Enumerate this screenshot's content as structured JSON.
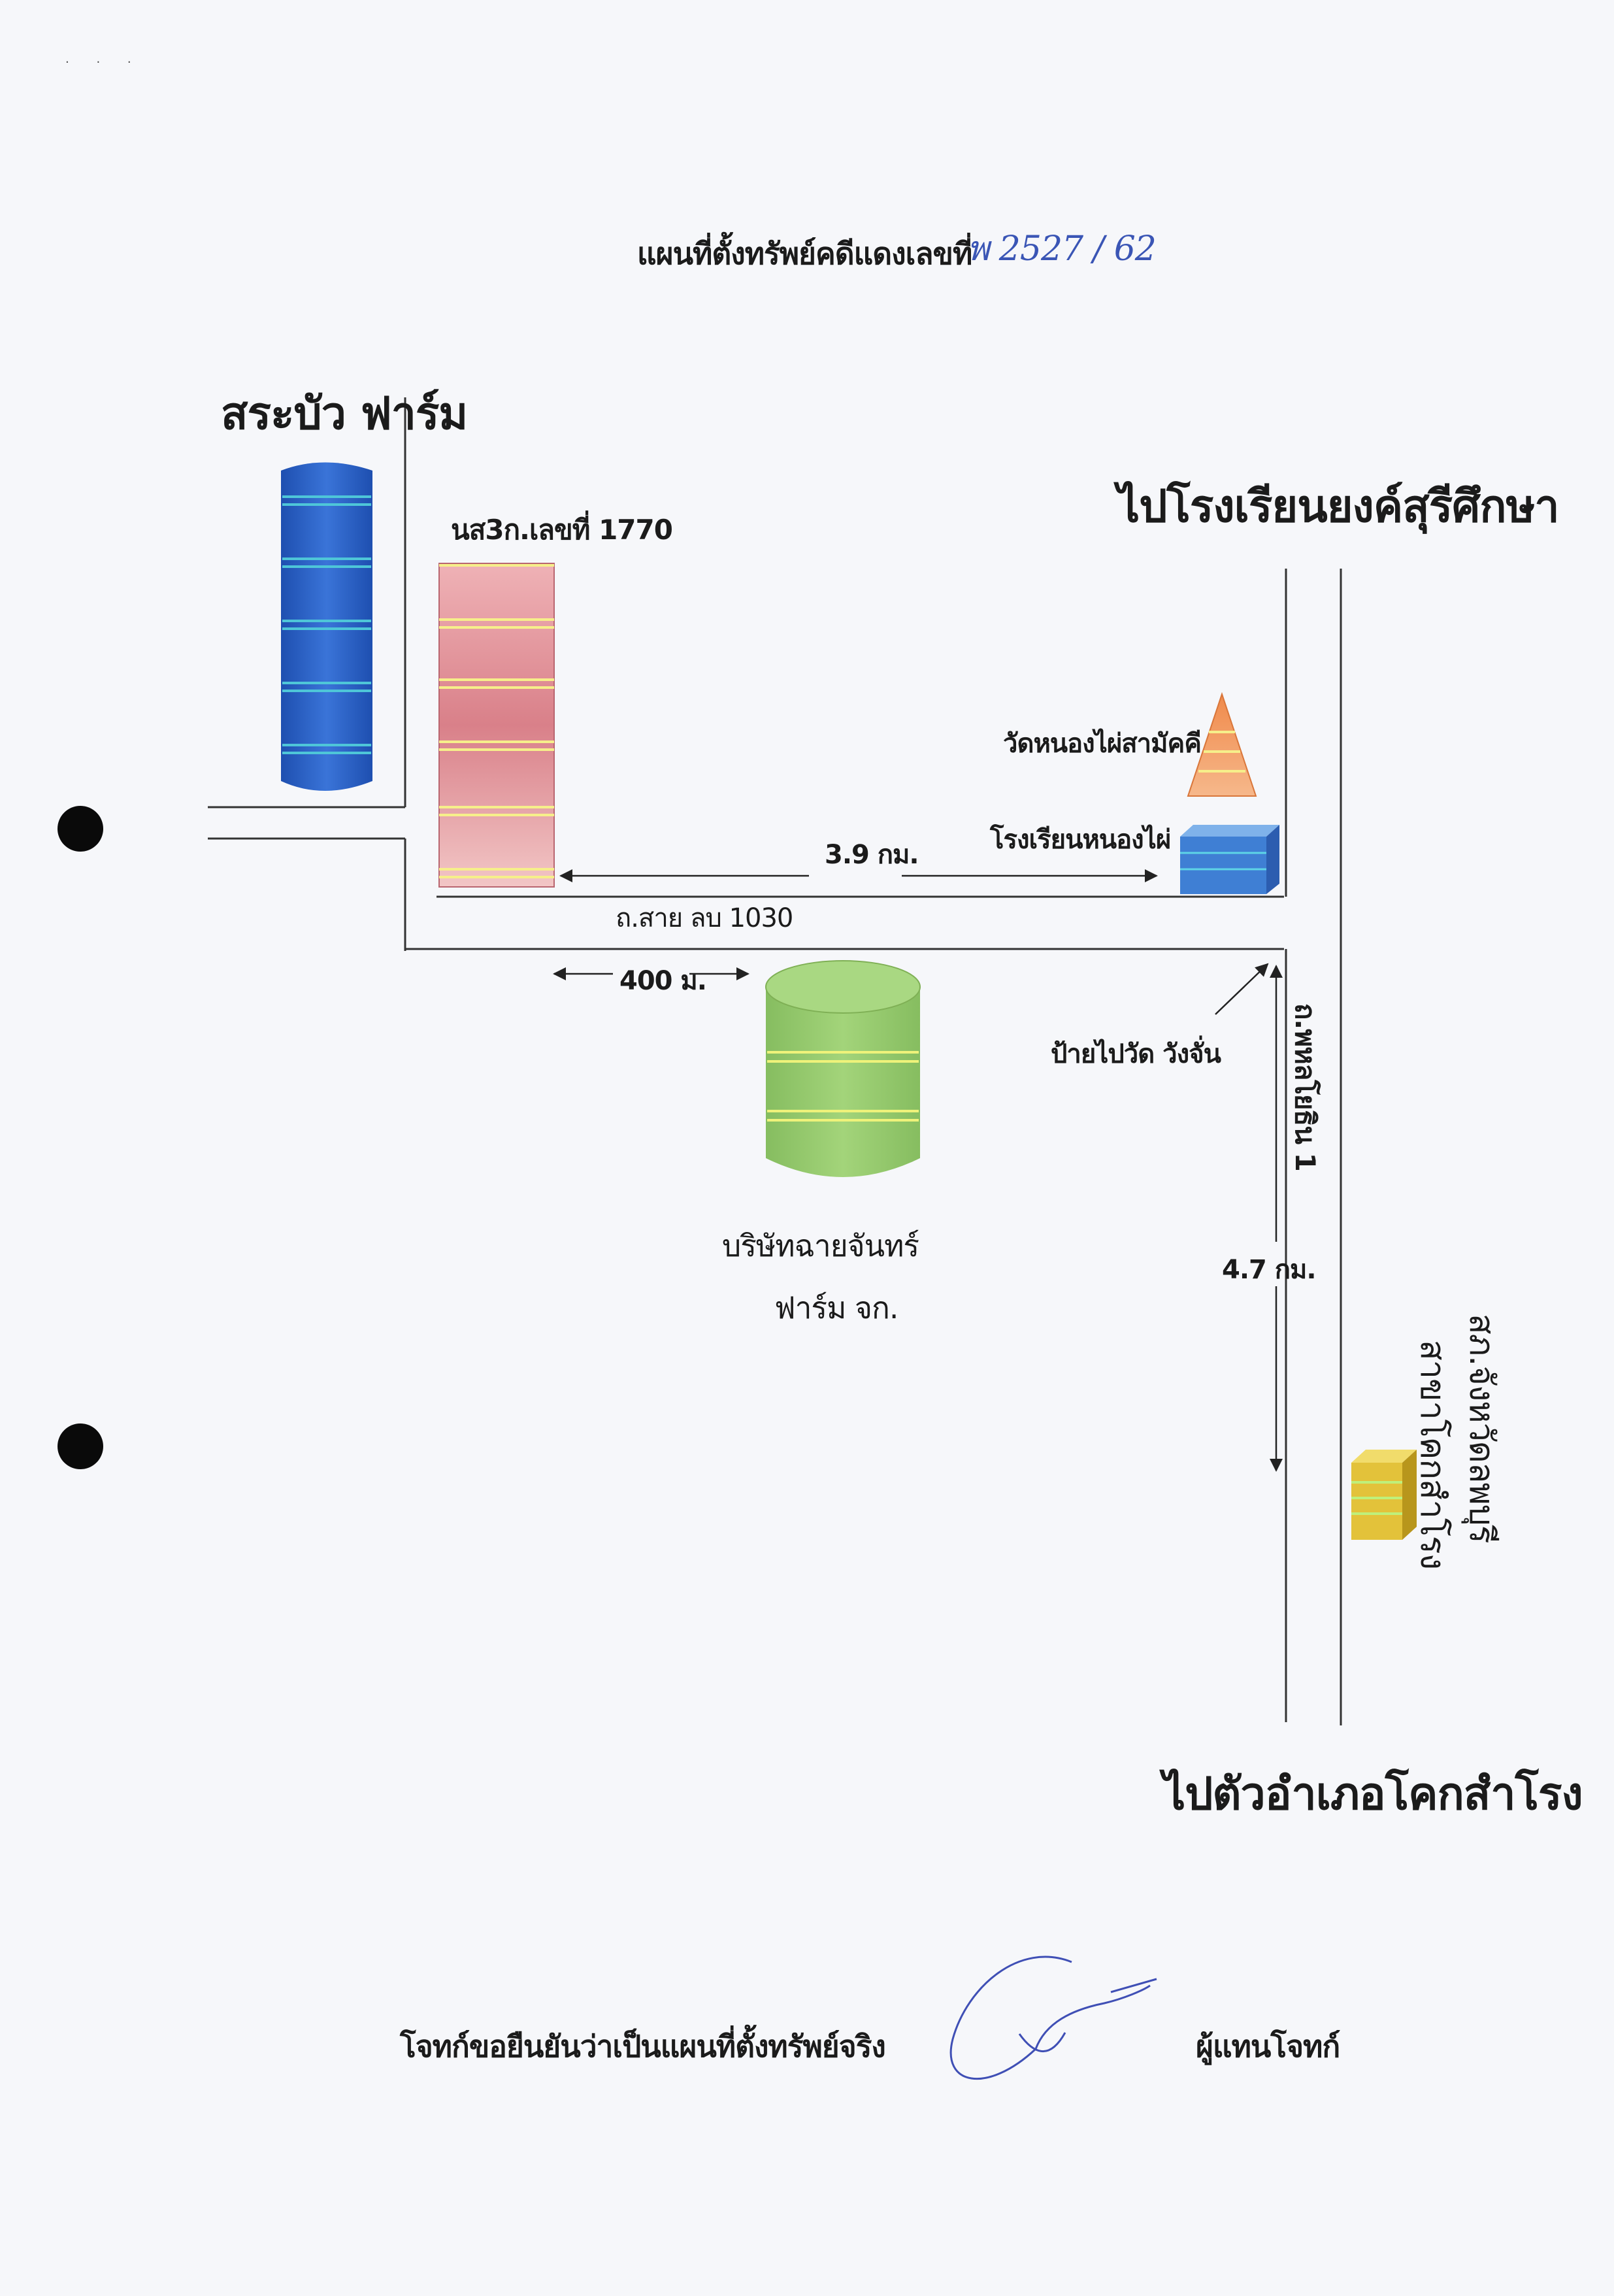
{
  "document": {
    "title": "แผนที่ตั้งทรัพย์คดีแดงเลขที่",
    "case_number_handwritten": "พ 2527 / 62",
    "scan_marks": ". . ."
  },
  "map": {
    "labels": {
      "sraboa_farm": "สระบัว ฟาร์ม",
      "deed_number": "นส3ก.เลขที่ 1770",
      "to_school": "ไปโรงเรียนยงค์สุรีศึกษา",
      "temple": "วัดหนองไผ่สามัคคี",
      "school": "โรงเรียนหนองไผ่",
      "distance_39": "3.9 กม.",
      "road_lb1030": "ถ.สาย ลบ 1030",
      "distance_400": "400 ม.",
      "sign_to_temple": "ป้ายไปวัด วังจั่น",
      "road_phahon": "ถ.พหลโยธิน 1",
      "company_line1": "บริษัทฉายจันทร์",
      "company_line2": "ฟาร์ม จก.",
      "distance_47": "4.7 กม.",
      "police_station": "สภ.จังหวัดลพบุรี",
      "kok_samrong_unit": "สาขาโคกสำโรง",
      "to_district": "ไปตัวอำเภอโคกสำโรง"
    },
    "icons": [
      "blue-cylinder-icon",
      "pink-plot-icon",
      "orange-triangle-icon",
      "blue-box-icon",
      "green-cylinder-icon",
      "yellow-box-icon"
    ],
    "colors": {
      "blue": "#2f63c6",
      "pink": "#dd8f9a",
      "orange": "#f3a46f",
      "green": "#8fc46a",
      "yellow": "#e3c23a",
      "road": "#333333",
      "stripe": "#f4ef8a"
    }
  },
  "footer": {
    "certification": "โจทก์ขอยืนยันว่าเป็นแผนที่ตั้งทรัพย์จริง",
    "signer_role": "ผู้แทนโจทก์"
  }
}
